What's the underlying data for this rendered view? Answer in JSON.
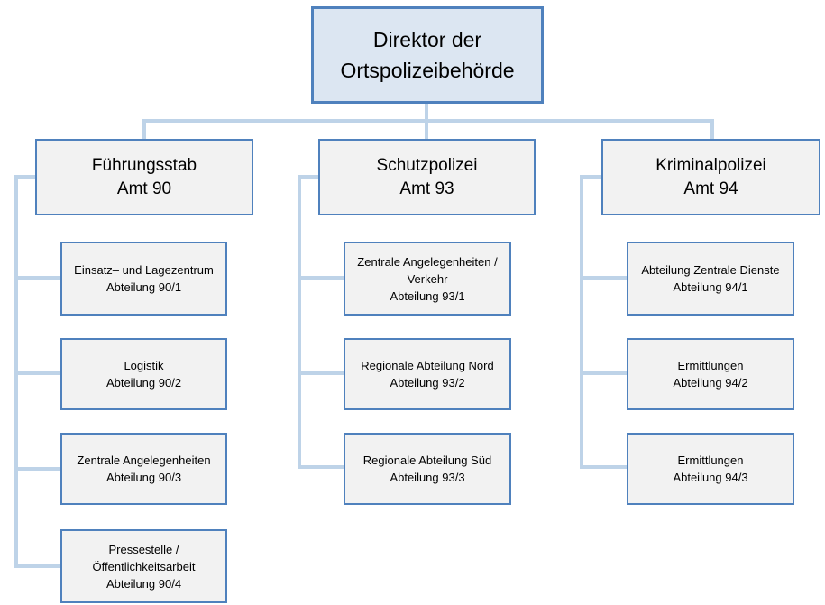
{
  "root": {
    "lines": [
      "Direktor der",
      "Ortspolizeibehörde"
    ]
  },
  "columns": [
    {
      "lines": [
        "Führungsstab",
        "Amt 90"
      ],
      "departments": [
        {
          "lines": [
            "Einsatz– und Lagezentrum",
            "Abteilung 90/1"
          ]
        },
        {
          "lines": [
            "Logistik",
            "Abteilung 90/2"
          ]
        },
        {
          "lines": [
            "Zentrale Angelegenheiten",
            "Abteilung 90/3"
          ]
        },
        {
          "lines": [
            "Pressestelle /",
            "Öffentlichkeitsarbeit",
            "Abteilung 90/4"
          ]
        }
      ]
    },
    {
      "lines": [
        "Schutzpolizei",
        "Amt 93"
      ],
      "departments": [
        {
          "lines": [
            "Zentrale Angelegenheiten /",
            "Verkehr",
            "Abteilung 93/1"
          ]
        },
        {
          "lines": [
            "Regionale Abteilung Nord",
            "Abteilung 93/2"
          ]
        },
        {
          "lines": [
            "Regionale Abteilung Süd",
            "Abteilung 93/3"
          ]
        }
      ]
    },
    {
      "lines": [
        "Kriminalpolizei",
        "Amt 94"
      ],
      "departments": [
        {
          "lines": [
            "Abteilung Zentrale Dienste",
            "Abteilung 94/1"
          ]
        },
        {
          "lines": [
            "Ermittlungen",
            "Abteilung 94/2"
          ]
        },
        {
          "lines": [
            "Ermittlungen",
            "Abteilung 94/3"
          ]
        }
      ]
    }
  ],
  "colors": {
    "border": "#4f81bd",
    "root_fill": "#dce6f2",
    "box_fill": "#f2f2f2",
    "connector": "#bed3e8"
  }
}
